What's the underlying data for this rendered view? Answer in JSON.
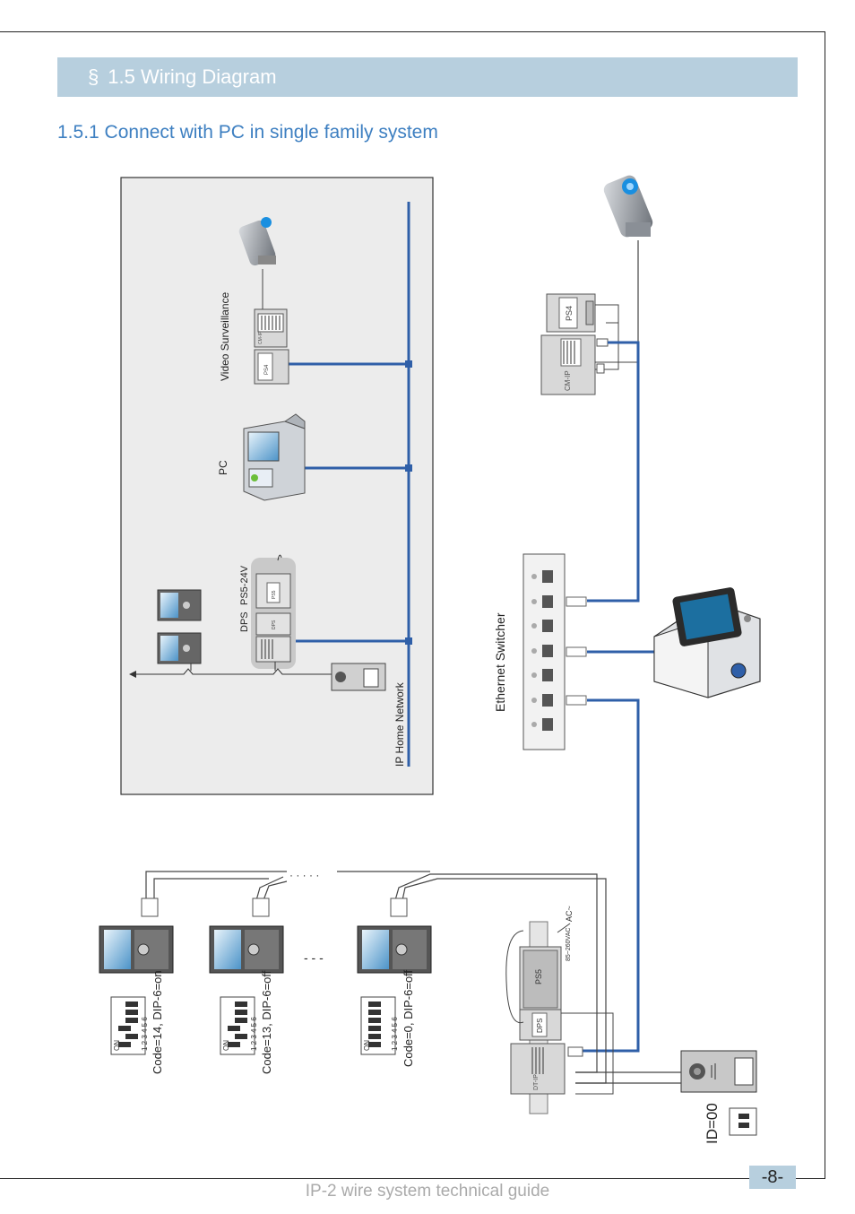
{
  "section": {
    "mark": "§",
    "title": "1.5 Wiring Diagram"
  },
  "subtitle": "1.5.1 Connect with PC in single family system",
  "inset": {
    "video_surveillance": "Video Surveillance",
    "pc": "PC",
    "dps": "DPS",
    "ps5": "PS5-24V",
    "ip_home_network": "IP Home Network",
    "ps4_tag": "PS4",
    "ps5_tag": "PS5",
    "dps_tag": "DPS",
    "cmip_tag": "CM-IP"
  },
  "ethernet_switcher": "Ethernet Switcher",
  "ps4_label": "PS4",
  "cmip_label": "CM-IP",
  "monitors": [
    {
      "code": "Code=14, DIP-6=on"
    },
    {
      "code": "Code=13, DIP-6=off"
    },
    {
      "code": "Code=0, DIP-6=off"
    }
  ],
  "dip_on": "ON",
  "dip_numbers": "1 2 3 4 5 6",
  "ellipsis": "- - -",
  "chain_dots": "· · · · ·",
  "power_ac": "AC~",
  "power_range": "85~260VAC",
  "ps5_label": "PS5",
  "dps_label": "DPS",
  "dtip_label": "DT-IP",
  "door_id": "ID=00",
  "page_number": "-8-",
  "footer": "IP-2 wire system technical guide",
  "colors": {
    "header_bar": "#b7cfde",
    "subtitle": "#3d7fc1",
    "wire": "#2f5fa8",
    "inset_bg": "#ececec"
  }
}
